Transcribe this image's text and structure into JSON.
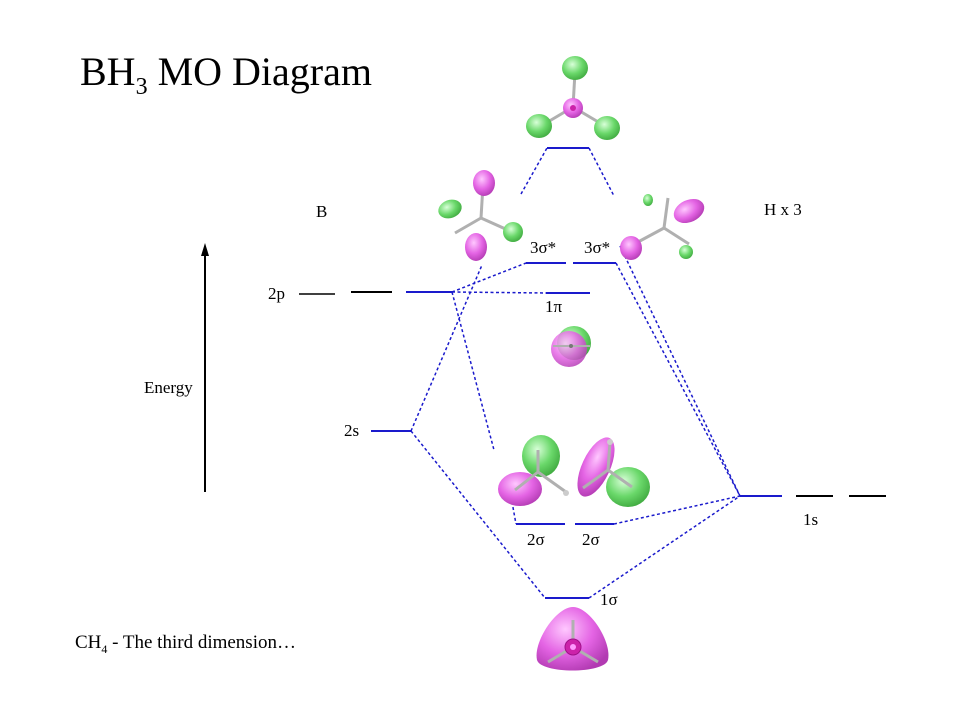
{
  "title": {
    "main": "BH",
    "sub": "3",
    "rest": " MO Diagram"
  },
  "labels": {
    "boron": "B",
    "hydrogen": "H x 3",
    "energy": "Energy",
    "b_2p": "2p",
    "b_2s": "2s",
    "h_1s": "1s",
    "mo_3sigma_star_left": "3σ*",
    "mo_3sigma_star_right": "3σ*",
    "mo_1pi": "1π",
    "mo_2sigma_left": "2σ",
    "mo_2sigma_right": "2σ",
    "mo_1sigma": "1σ"
  },
  "footer": {
    "pre": "CH",
    "sub": "4",
    "rest": " - The third dimension…"
  },
  "colors": {
    "level": "#1a1acc",
    "black_level": "#000000",
    "lobe_pink": "#e060e0",
    "lobe_green": "#66dd66",
    "atom": "#cc22aa",
    "bond": "#b0b0b0"
  }
}
